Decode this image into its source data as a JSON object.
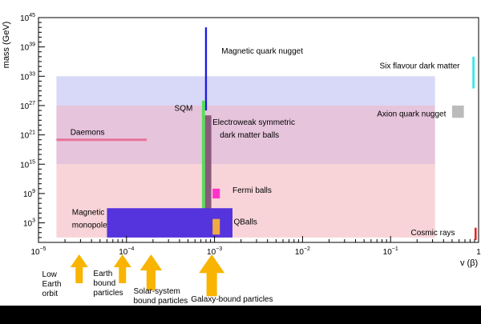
{
  "chart_data": {
    "type": "area",
    "title": "",
    "xlabel": "v (β)",
    "ylabel": "mass (GeV)",
    "x_scale": "log",
    "y_scale": "log",
    "xlim": [
      1e-05,
      1
    ],
    "ylim_exponent": [
      -1,
      45
    ],
    "x_ticks": [
      {
        "value": 1e-05,
        "base": "10",
        "exp": "−5"
      },
      {
        "value": 0.0001,
        "base": "10",
        "exp": "−4"
      },
      {
        "value": 0.001,
        "base": "10",
        "exp": "−3"
      },
      {
        "value": 0.01,
        "base": "10",
        "exp": "−2"
      },
      {
        "value": 0.1,
        "base": "10",
        "exp": "−1"
      },
      {
        "value": 1,
        "base": "1",
        "exp": ""
      }
    ],
    "y_ticks": [
      {
        "exp_value": 3,
        "base": "10",
        "exp": "3"
      },
      {
        "exp_value": 9,
        "base": "10",
        "exp": "9"
      },
      {
        "exp_value": 15,
        "base": "10",
        "exp": "15"
      },
      {
        "exp_value": 21,
        "base": "10",
        "exp": "21"
      },
      {
        "exp_value": 27,
        "base": "10",
        "exp": "27"
      },
      {
        "exp_value": 33,
        "base": "10",
        "exp": "33"
      },
      {
        "exp_value": 39,
        "base": "10",
        "exp": "39"
      },
      {
        "exp_value": 45,
        "base": "10",
        "exp": "45"
      }
    ],
    "regions": [
      {
        "name": "region-blue",
        "v": [
          1.6e-05,
          0.32
        ],
        "m_exp": [
          27,
          33
        ],
        "color": "#d8d8f8"
      },
      {
        "name": "region-purple",
        "v": [
          1.6e-05,
          0.32
        ],
        "m_exp": [
          15,
          27
        ],
        "color": "#e6c4dc"
      },
      {
        "name": "region-pink",
        "v": [
          1.6e-05,
          0.32
        ],
        "m_exp": [
          0,
          15
        ],
        "color": "#f8d4d8"
      }
    ],
    "objects": [
      {
        "name": "Daemons",
        "v": [
          1.6e-05,
          0.00017
        ],
        "m_exp": [
          19.8,
          20.2
        ],
        "color": "#e8729a"
      },
      {
        "name": "Magnetic quark nugget",
        "v": [
          0.00078,
          0.00082
        ],
        "m_exp": [
          26,
          43
        ],
        "color": "#1c1cdc"
      },
      {
        "name": "SQM",
        "v": [
          0.00072,
          0.00078
        ],
        "m_exp": [
          2,
          28
        ],
        "color": "#55e055"
      },
      {
        "name": "Electroweak symmetric dark matter balls",
        "v": [
          0.00078,
          0.00092
        ],
        "m_exp": [
          2,
          25
        ],
        "color": "#8a5a7c"
      },
      {
        "name": "Fermi balls",
        "v": [
          0.00095,
          0.00115
        ],
        "m_exp": [
          8,
          10
        ],
        "color": "#ff33cc"
      },
      {
        "name": "Magnetic monopole",
        "v": [
          6e-05,
          0.0016
        ],
        "m_exp": [
          0,
          6
        ],
        "color": "#5533dd"
      },
      {
        "name": "QBalls",
        "v": [
          0.00095,
          0.00115
        ],
        "m_exp": [
          0.6,
          3.8
        ],
        "color": "#f0aa44"
      },
      {
        "name": "Six flavour dark matter",
        "v": [
          0.85,
          0.9
        ],
        "m_exp": [
          30.5,
          37
        ],
        "color": "#33e8e8"
      },
      {
        "name": "Axion quark nugget",
        "v": [
          0.5,
          0.68
        ],
        "m_exp": [
          24.5,
          27
        ],
        "color": "#bbbbbb"
      },
      {
        "name": "Cosmic rays",
        "v": [
          0.9,
          0.95
        ],
        "m_exp": [
          -0.5,
          2
        ],
        "color": "#e82222"
      }
    ],
    "labels": [
      {
        "text": "Magnetic quark nugget",
        "v": 0.0012,
        "m_exp": 38.3,
        "anchor": "start"
      },
      {
        "text": "Six flavour dark matter",
        "v": 0.075,
        "m_exp": 35.3,
        "anchor": "start"
      },
      {
        "text": "SQM",
        "v": 0.00035,
        "m_exp": 26.6,
        "anchor": "start"
      },
      {
        "text": "Axion quark nugget",
        "v": 0.07,
        "m_exp": 25.4,
        "anchor": "start"
      },
      {
        "text": "Electroweak symmetric",
        "v": 0.00095,
        "m_exp": 23.7,
        "anchor": "start"
      },
      {
        "text": "dark matter balls",
        "v": 0.00115,
        "m_exp": 21.1,
        "anchor": "start"
      },
      {
        "text": "Daemons",
        "v": 2.3e-05,
        "m_exp": 21.7,
        "anchor": "start"
      },
      {
        "text": "Fermi balls",
        "v": 0.0016,
        "m_exp": 9.8,
        "anchor": "start"
      },
      {
        "text": "Magnetic",
        "v": 2.4e-05,
        "m_exp": 5.3,
        "anchor": "start"
      },
      {
        "text": "monopole",
        "v": 2.4e-05,
        "m_exp": 2.7,
        "anchor": "start"
      },
      {
        "text": "QBalls",
        "v": 0.00165,
        "m_exp": 3.3,
        "anchor": "start"
      },
      {
        "text": "Cosmic rays",
        "v": 0.17,
        "m_exp": 1.1,
        "anchor": "start"
      }
    ],
    "arrows": [
      {
        "name": "low-earth-orbit",
        "v": 2.9e-05,
        "scale": 1.0,
        "color": "#f8b400",
        "label_lines": [
          "Low",
          "Earth",
          "orbit"
        ],
        "label_v": 1.1e-05,
        "label_align": "start"
      },
      {
        "name": "earth-bound",
        "v": 9e-05,
        "scale": 1.0,
        "color": "#f8b400",
        "label_lines": [
          "Earth",
          "bound",
          "particles"
        ],
        "label_v": 4.2e-05,
        "label_align": "start"
      },
      {
        "name": "solar-system-bound",
        "v": 0.00019,
        "scale": 1.25,
        "color": "#f8b400",
        "label_lines": [
          "Solar-system",
          "bound  particles"
        ],
        "label_v": 0.00012,
        "label_align": "start"
      },
      {
        "name": "galaxy-bound",
        "v": 0.00093,
        "scale": 1.45,
        "color": "#f8b400",
        "label_lines": [
          "Galaxy-bound particles"
        ],
        "label_v": 0.00054,
        "label_align": "start"
      }
    ]
  }
}
